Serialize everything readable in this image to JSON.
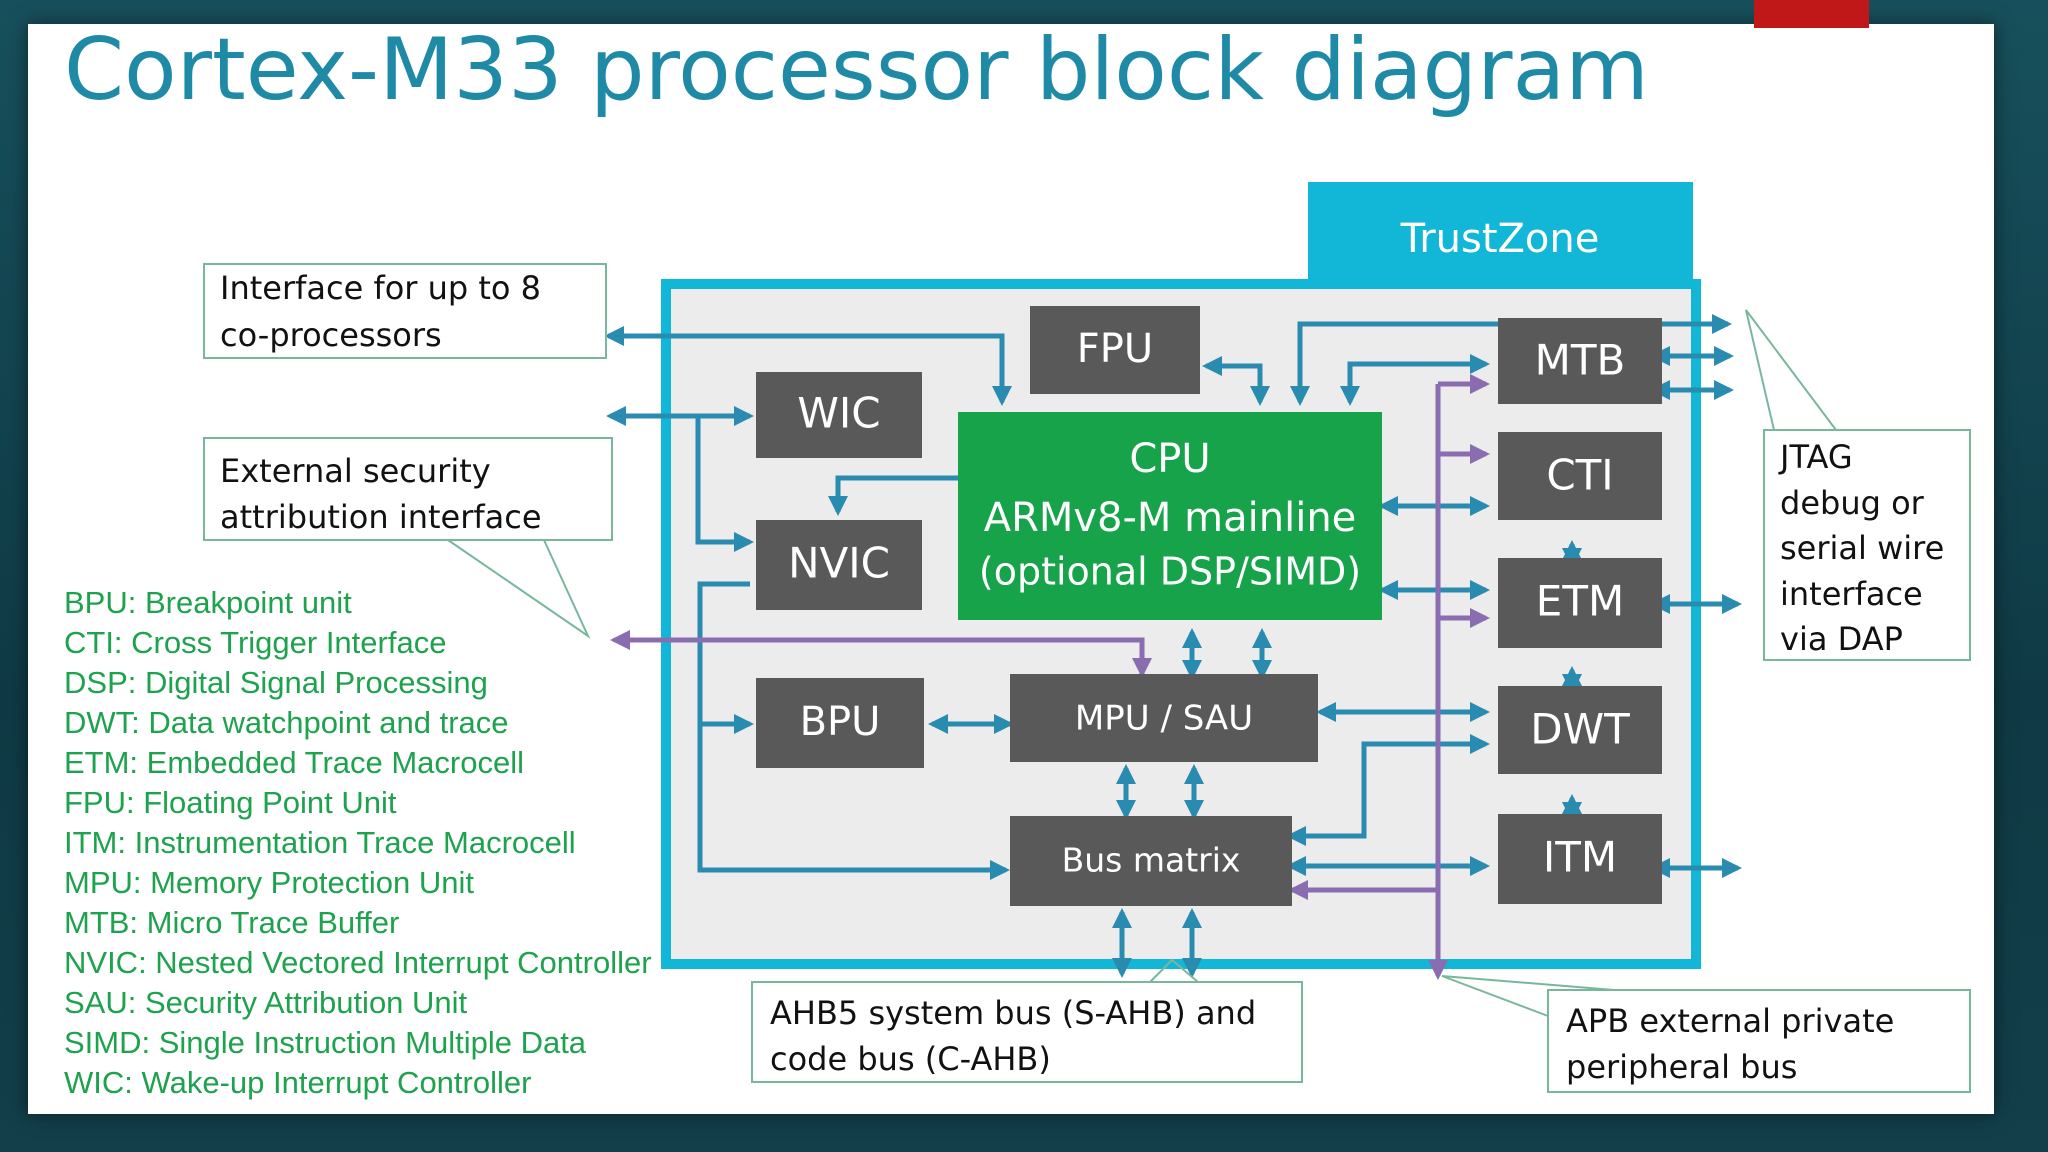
{
  "title": "Cortex-M33 processor block diagram",
  "trustzone_label": "TrustZone",
  "blocks": {
    "fpu": "FPU",
    "wic": "WIC",
    "nvic": "NVIC",
    "bpu": "BPU",
    "mpu_sau": "MPU / SAU",
    "bus_matrix": "Bus matrix",
    "mtb": "MTB",
    "cti": "CTI",
    "etm": "ETM",
    "dwt": "DWT",
    "itm": "ITM",
    "cpu_line1": "CPU",
    "cpu_line2": "ARMv8-M mainline",
    "cpu_line3": "(optional DSP/SIMD)"
  },
  "callouts": {
    "coprocessor": [
      "Interface for up to 8",
      "co-processors"
    ],
    "security": [
      "External security",
      "attribution interface"
    ],
    "jtag": [
      "JTAG",
      "debug or",
      "serial wire",
      "interface",
      "via DAP"
    ],
    "ahb": [
      "AHB5 system bus (S-AHB) and",
      "code bus (C-AHB)"
    ],
    "apb": [
      "APB external private",
      "peripheral bus"
    ]
  },
  "legend": [
    "BPU: Breakpoint unit",
    "CTI: Cross Trigger Interface",
    "DSP: Digital Signal Processing",
    "DWT: Data watchpoint and trace",
    "ETM: Embedded Trace Macrocell",
    "FPU: Floating Point Unit",
    "ITM: Instrumentation Trace Macrocell",
    "MPU: Memory Protection Unit",
    "MTB: Micro Trace Buffer",
    "NVIC: Nested Vectored Interrupt Controller",
    "SAU: Security Attribution Unit",
    "SIMD: Single Instruction Multiple Data",
    "WIC: Wake-up Interrupt Controller"
  ],
  "colors": {
    "title": "#1e8aa6",
    "trustzone": "#12b6d6",
    "cpu": "#16a34a",
    "block": "#595959",
    "bus_blue": "#2a8bb0",
    "bus_purple": "#8a6db0",
    "legend_text": "#1ea24e",
    "callout_border": "#79b79b"
  }
}
